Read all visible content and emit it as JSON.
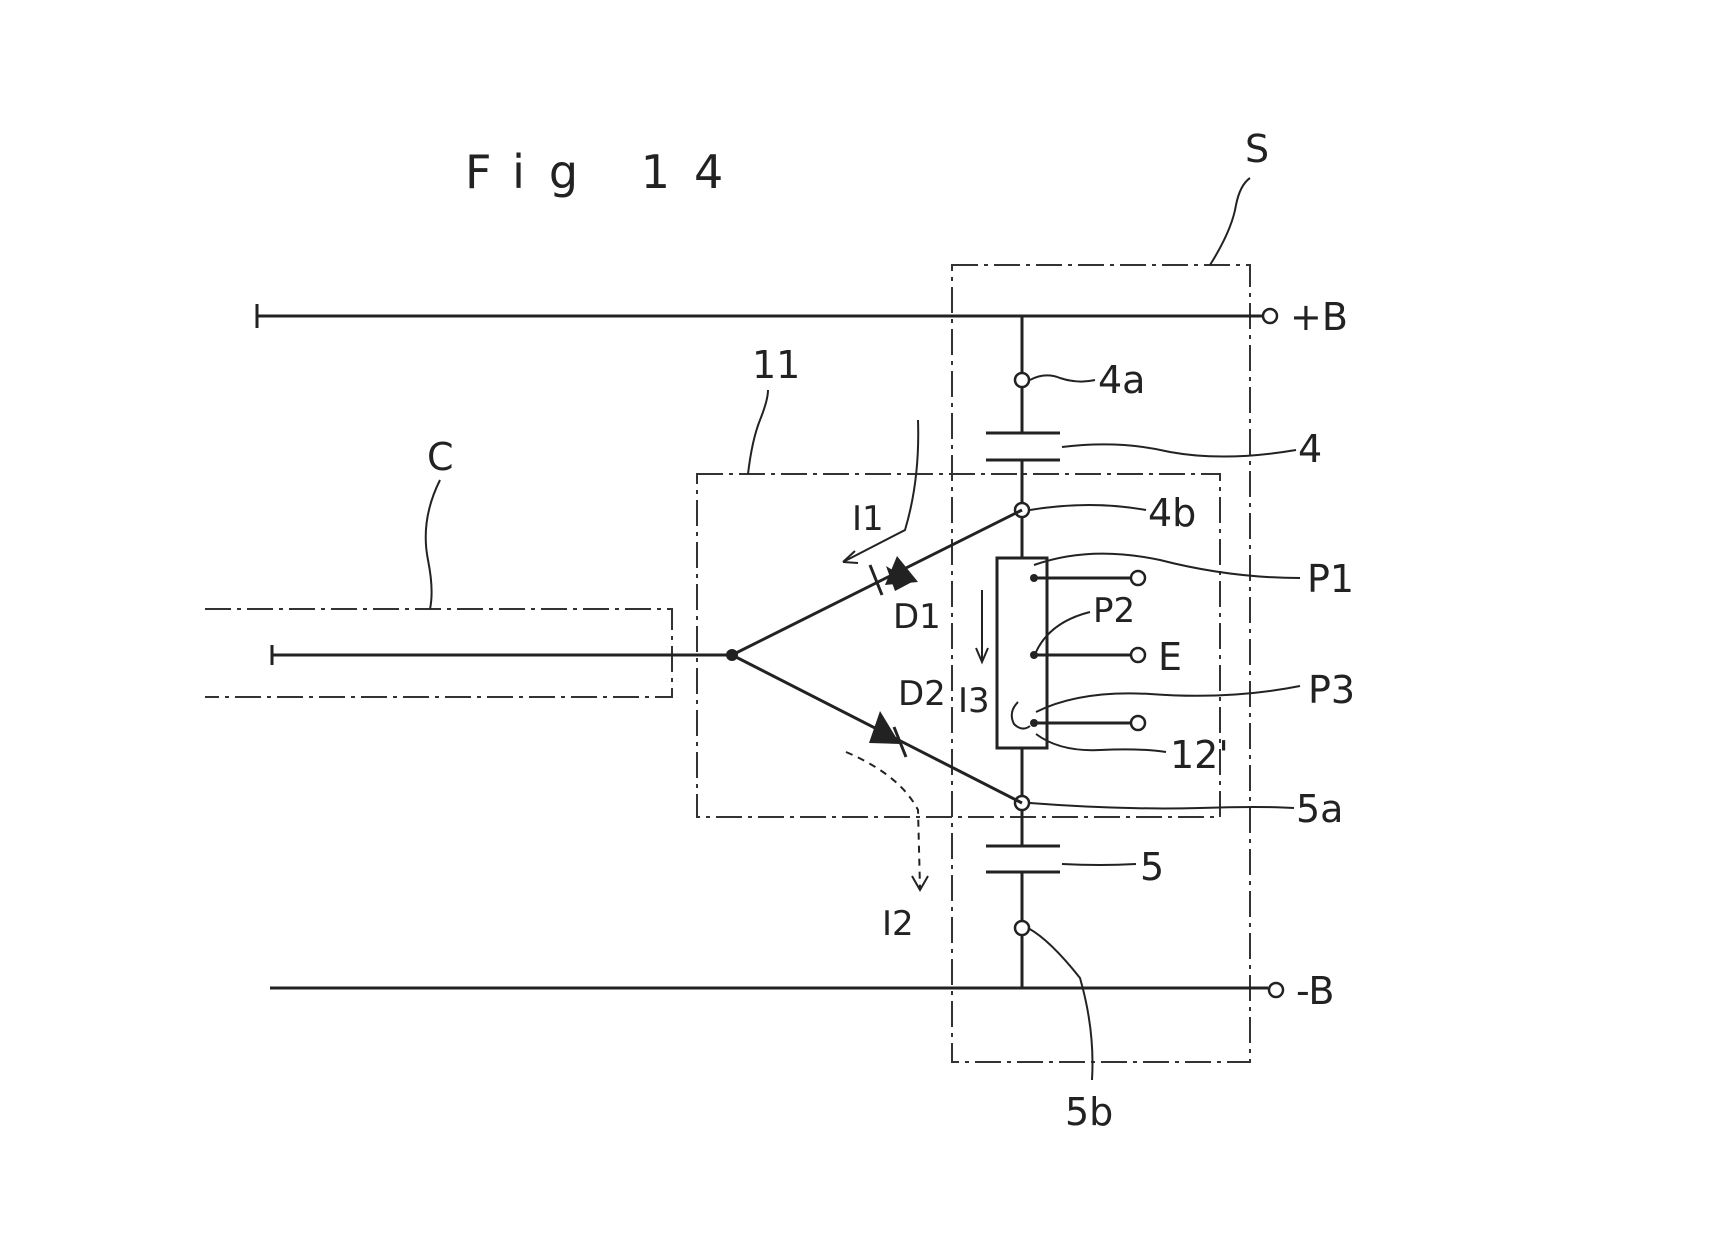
{
  "figure": {
    "title": "Fig 14",
    "labels": {
      "S": "S",
      "plus_b": "+B",
      "minus_b": "-B",
      "ref_11": "11",
      "C": "C",
      "ref_4a": "4a",
      "ref_4": "4",
      "ref_4b": "4b",
      "ref_5a": "5a",
      "ref_5": "5",
      "ref_5b": "5b",
      "D1": "D1",
      "D2": "D2",
      "I1": "I1",
      "I2": "I2",
      "I3": "I3",
      "P1": "P1",
      "P2": "P2",
      "P3": "P3",
      "E": "E",
      "ref_12": "12'"
    }
  }
}
